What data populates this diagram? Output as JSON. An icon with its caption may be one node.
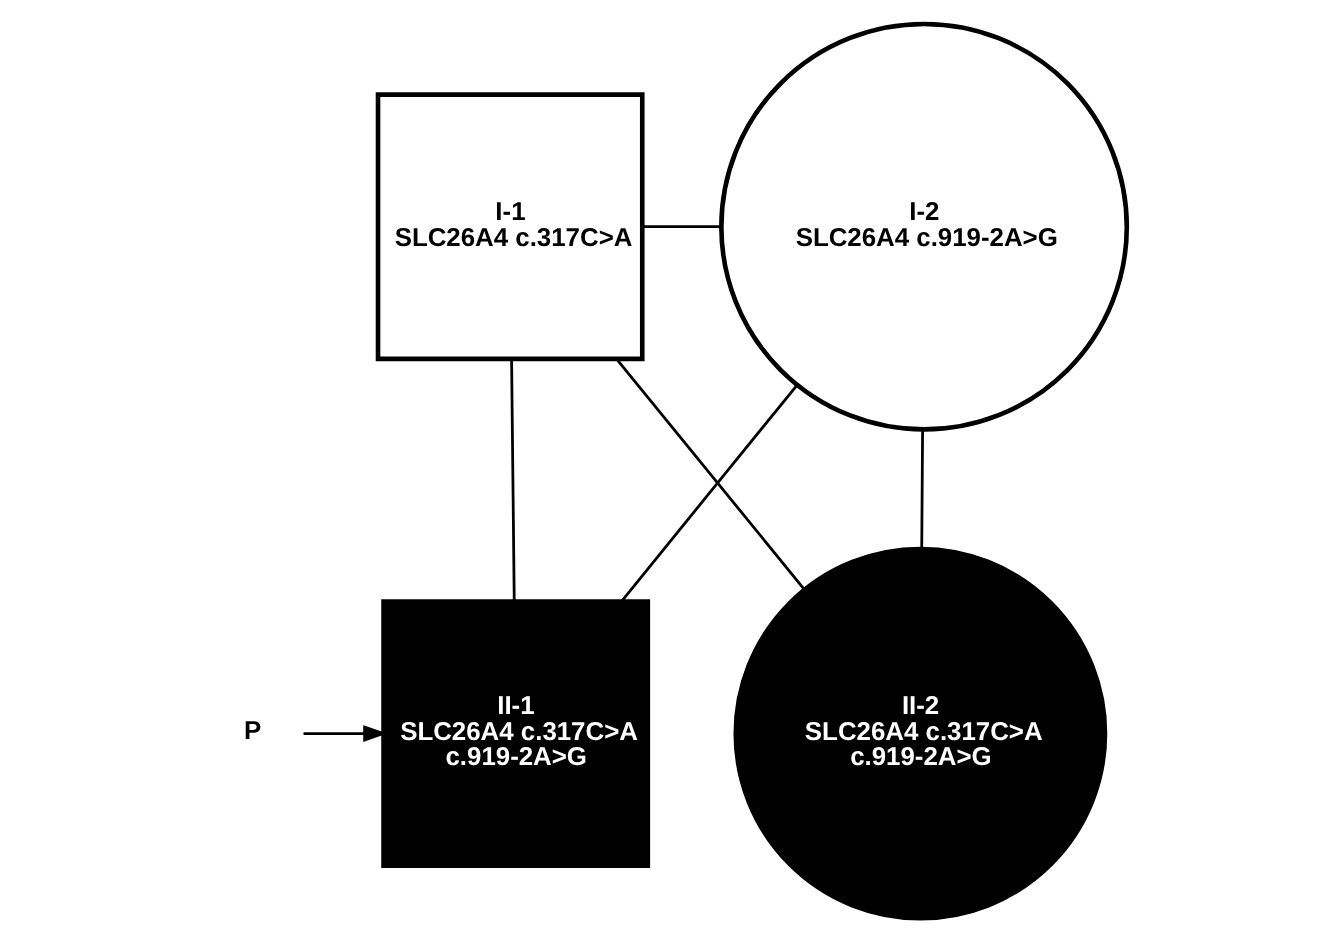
{
  "diagram": {
    "nodes": [
      {
        "text": [
          "I-1",
          "SLC26A4 c.317C>A"
        ]
      },
      {
        "text": [
          "I-2",
          "SLC26A4 c.919-2A>G"
        ]
      },
      {
        "text": [
          "II-1",
          "SLC26A4 c.317C>A c.919-2A>G"
        ]
      },
      {
        "text": [
          "II-2",
          "SLC26A4 c.317C>A c.919-2A>G"
        ]
      },
      {
        "text": [
          "P"
        ]
      }
    ],
    "edges": [
      {
        "from": 0,
        "to": 1,
        "arrow": "none"
      },
      {
        "from": 0,
        "to": 2,
        "arrow": "none"
      },
      {
        "from": 0,
        "to": 3,
        "arrow": "none"
      },
      {
        "from": 1,
        "to": 2,
        "arrow": "none"
      },
      {
        "from": 1,
        "to": 3,
        "arrow": "none"
      },
      {
        "from": 4,
        "to": 2,
        "arrow": "to"
      }
    ]
  }
}
